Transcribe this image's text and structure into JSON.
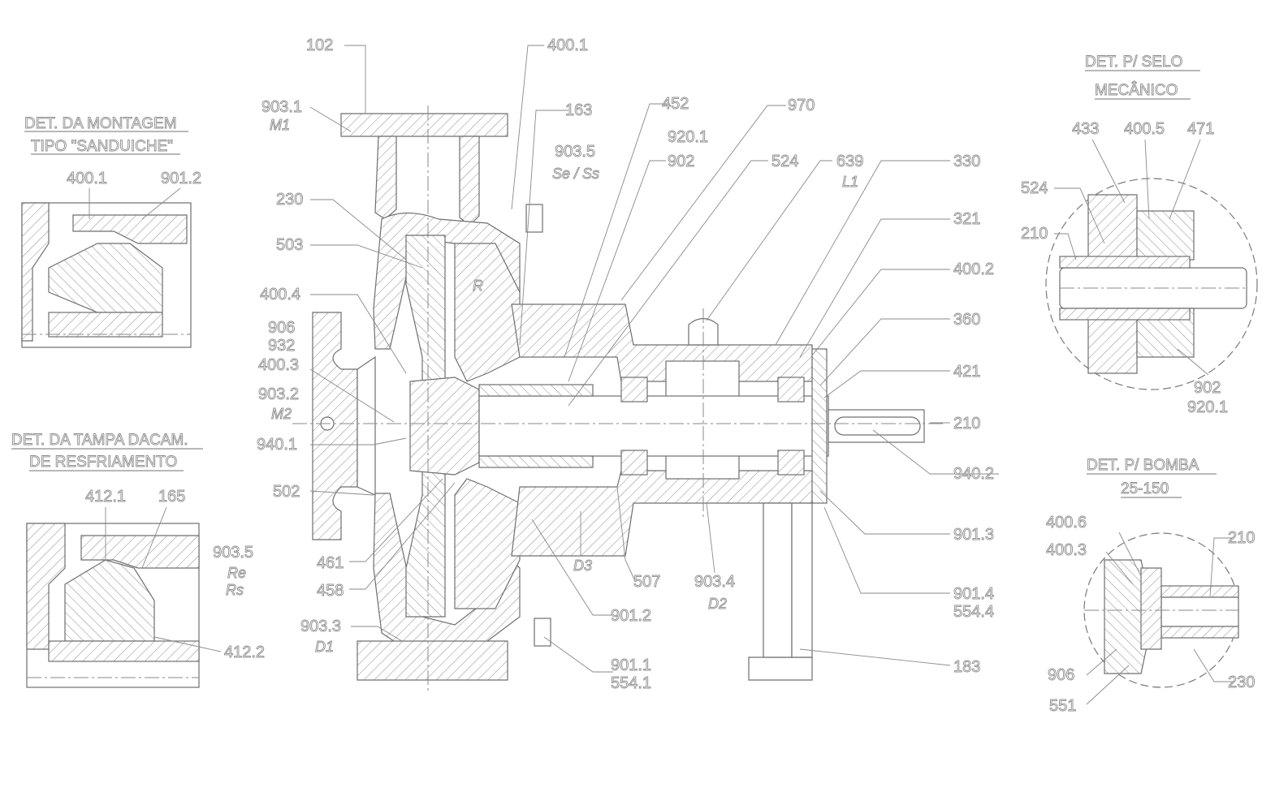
{
  "detail_titles": {
    "montagem_line1": "DET. DA MONTAGEM",
    "montagem_line2": "TIPO \"SANDUICHE\"",
    "tampa_line1": "DET. DA TAMPA DACAM.",
    "tampa_line2": "DE RESFRIAMENTO",
    "selo_line1": "DET. P/ SELO",
    "selo_line2": "MECÂNICO",
    "bomba_line1": "DET. P/ BOMBA",
    "bomba_line2": "25-150"
  },
  "labels": {
    "l102": "102",
    "l400_1": "400.1",
    "l903_1": "903.1",
    "l163": "163",
    "l452": "452",
    "l970": "970",
    "l920_1": "920.1",
    "l903_5": "903.5",
    "l902": "902",
    "l524": "524",
    "l639": "639",
    "l330": "330",
    "l230": "230",
    "l321": "321",
    "l503": "503",
    "l400_2": "400.2",
    "l400_4": "400.4",
    "l360": "360",
    "l906": "906",
    "l932": "932",
    "l400_3": "400.3",
    "l421": "421",
    "l903_2": "903.2",
    "l210": "210",
    "l940_1": "940.1",
    "l940_2": "940.2",
    "l502": "502",
    "l901_3": "901.3",
    "l461": "461",
    "l507": "507",
    "l903_4": "903.4",
    "l458": "458",
    "l901_2": "901.2",
    "l901_4": "901.4",
    "l554_4": "554.4",
    "l903_3": "903.3",
    "l901_1": "901.1",
    "l554_1": "554.1",
    "l183": "183",
    "l412_1": "412.1",
    "l165": "165",
    "l412_2": "412.2",
    "l433": "433",
    "l400_5": "400.5",
    "l471": "471",
    "l210_selo": "210",
    "l524_selo": "524",
    "l902_selo": "902",
    "l920_1_selo": "920.1",
    "l400_6": "400.6",
    "l400_3_bomba": "400.3",
    "l210_bomba": "210",
    "l230_bomba": "230",
    "l906_bomba": "906",
    "l551": "551",
    "l400_1_det": "400.1",
    "l901_2_det": "901.2",
    "l903_5_det": "903.5"
  },
  "italic_labels": {
    "m1": "M1",
    "m2": "M2",
    "se_ss": "Se / Ss",
    "l1": "L1",
    "r": "R",
    "d3": "D3",
    "d2": "D2",
    "d1": "D1",
    "re": "Re",
    "rs": "Rs"
  }
}
